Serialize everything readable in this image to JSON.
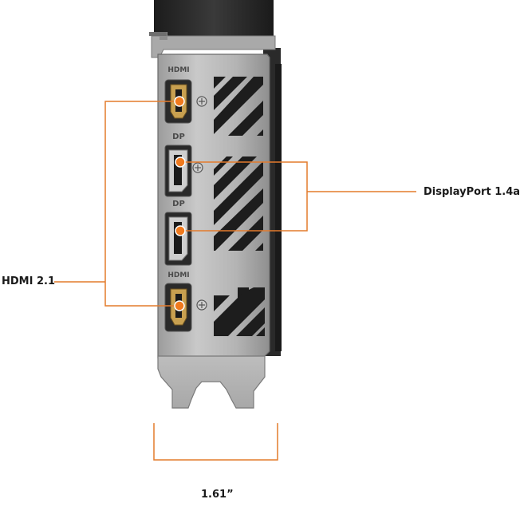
{
  "callouts": {
    "hdmi": "HDMI 2.1",
    "displayport": "DisplayPort 1.4a",
    "width": "1.61”"
  },
  "bracket_markings": {
    "hdmi": "HDMI",
    "dp": "DP"
  },
  "colors": {
    "callout_line": "#e37b2c",
    "port_dot": "#f07a1e",
    "bracket_metal": "#b9b9b9",
    "cooler_body": "#2b2b2b"
  }
}
